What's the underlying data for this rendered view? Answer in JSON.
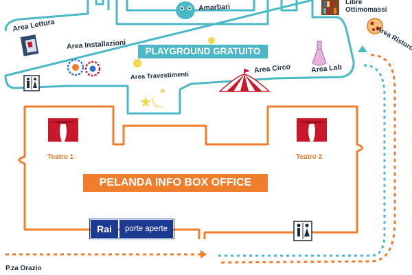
{
  "labels": {
    "area_lettura": "Area Lettura",
    "area_installazioni": "Area Installazioni",
    "area_travestimenti": "Area Travestimenti",
    "area_circo": "Area Circo",
    "area_lab": "Area Lab",
    "area_ristoro": "Area Ristoro",
    "amarbari": "Amarbari",
    "libreria_line1": "Libre",
    "libreria_line2": "Ottimomassi",
    "teatro_1": "Teatro 1",
    "teatro_2": "Teatro 2",
    "piazza": "P.za Orazio"
  },
  "banners": {
    "playground": "PLAYGROUND GRATUITO",
    "box_office": "PELANDA INFO BOX OFFICE"
  },
  "sponsor": {
    "logo": "Rai",
    "text": "porte aperte"
  },
  "colors": {
    "teal": "#4bb8c6",
    "orange": "#f07d2c",
    "red": "#c8192b",
    "navy": "#1d3a93",
    "dark_text": "#1f2d3d"
  },
  "icons": [
    "book-icon",
    "gears-icon",
    "balls-icon",
    "moon-stars-icon",
    "circus-tent-icon",
    "flask-icon",
    "pizza-icon",
    "bookshelf-icon",
    "mascot-icon",
    "curtain-icon",
    "restroom-icon"
  ]
}
